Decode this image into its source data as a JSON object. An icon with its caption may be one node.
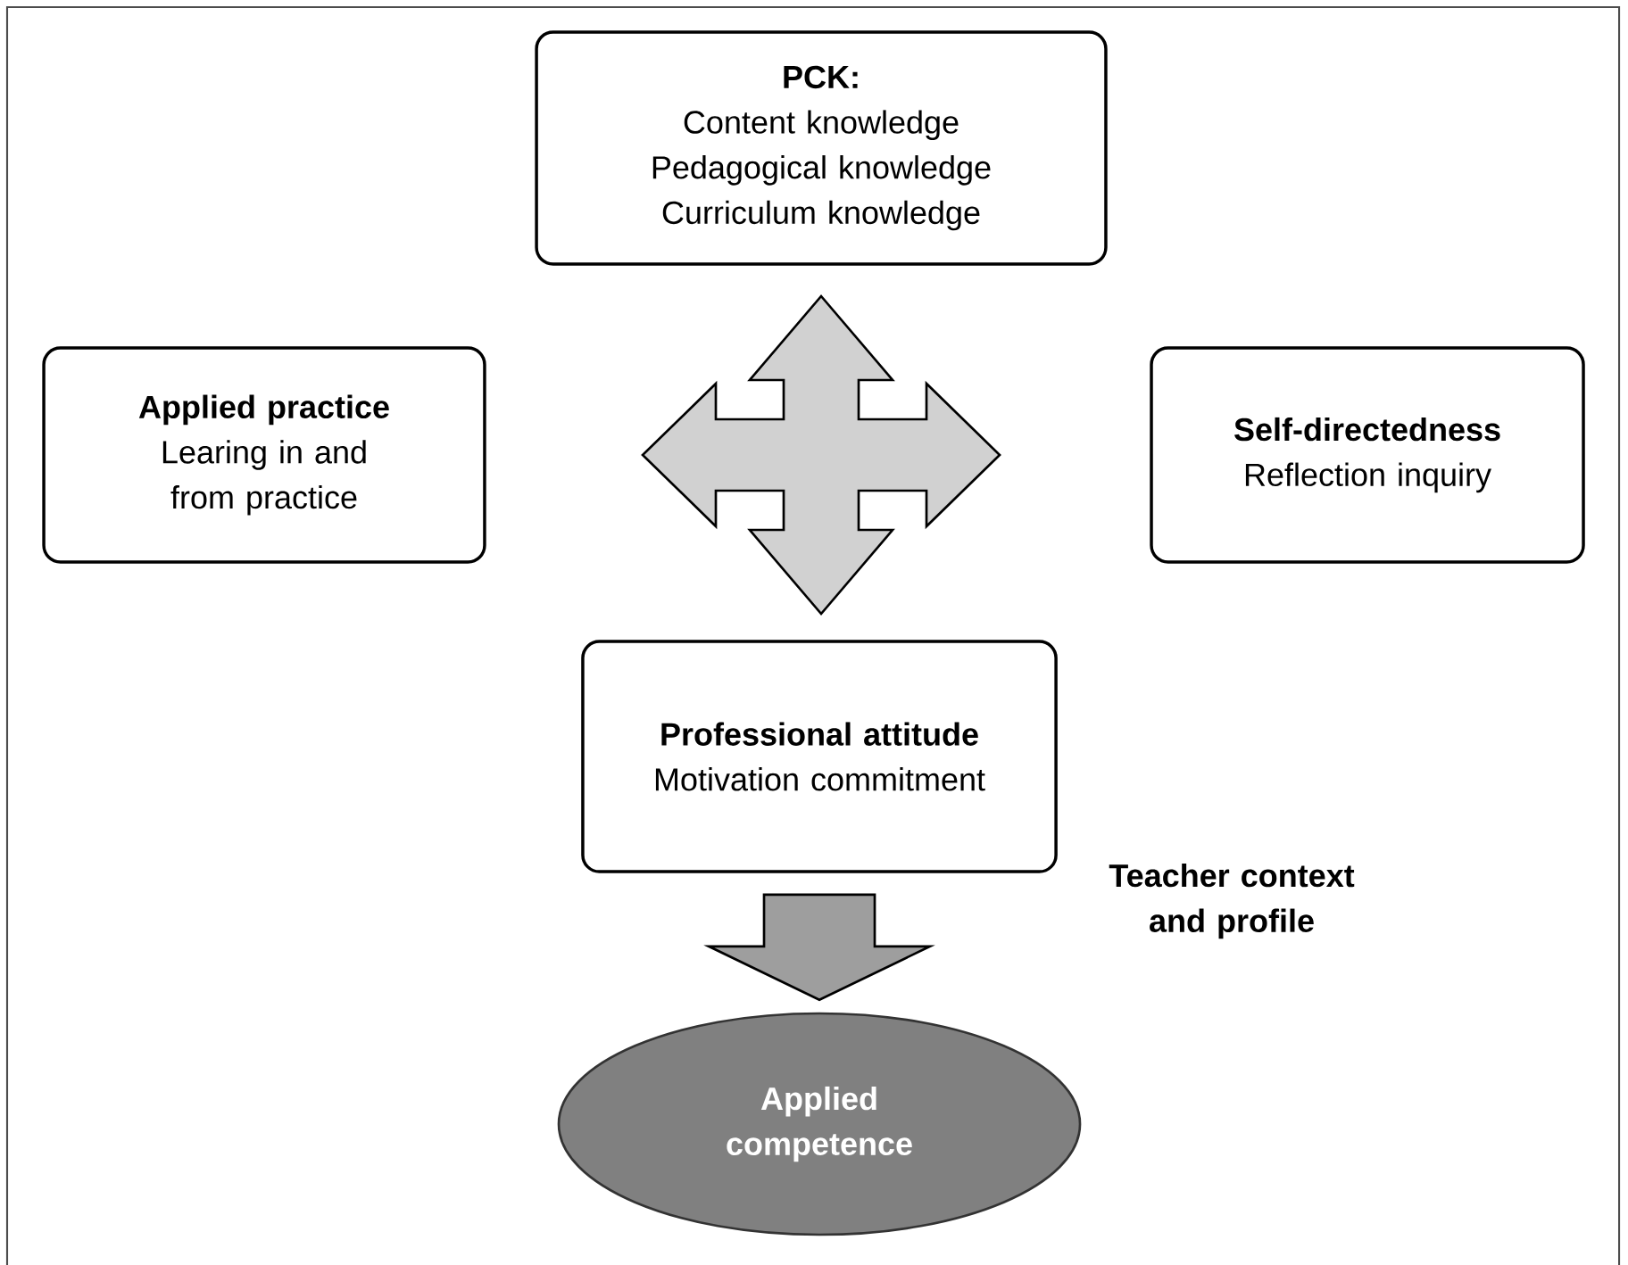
{
  "diagram": {
    "nodes": [
      {
        "text": [
          "PCK:",
          "Content knowledge Pedagogical knowledge Curriculum knowledge"
        ]
      },
      {
        "text": [
          "Applied practice",
          "Learing in and from practice"
        ]
      },
      {
        "text": [
          "Self-directedness",
          "Reflection inquiry"
        ]
      },
      {
        "text": [
          "Professional attitude",
          "Motivation commitment"
        ]
      },
      {
        "text": [
          "Applied competence"
        ]
      }
    ],
    "edges": [
      {
        "from": 0,
        "to": 3,
        "arrow": "both"
      },
      {
        "from": 1,
        "to": 2,
        "arrow": "both"
      },
      {
        "from": 3,
        "to": 4,
        "arrow": "to"
      }
    ],
    "labels": [
      "Teacher context and profile"
    ]
  }
}
